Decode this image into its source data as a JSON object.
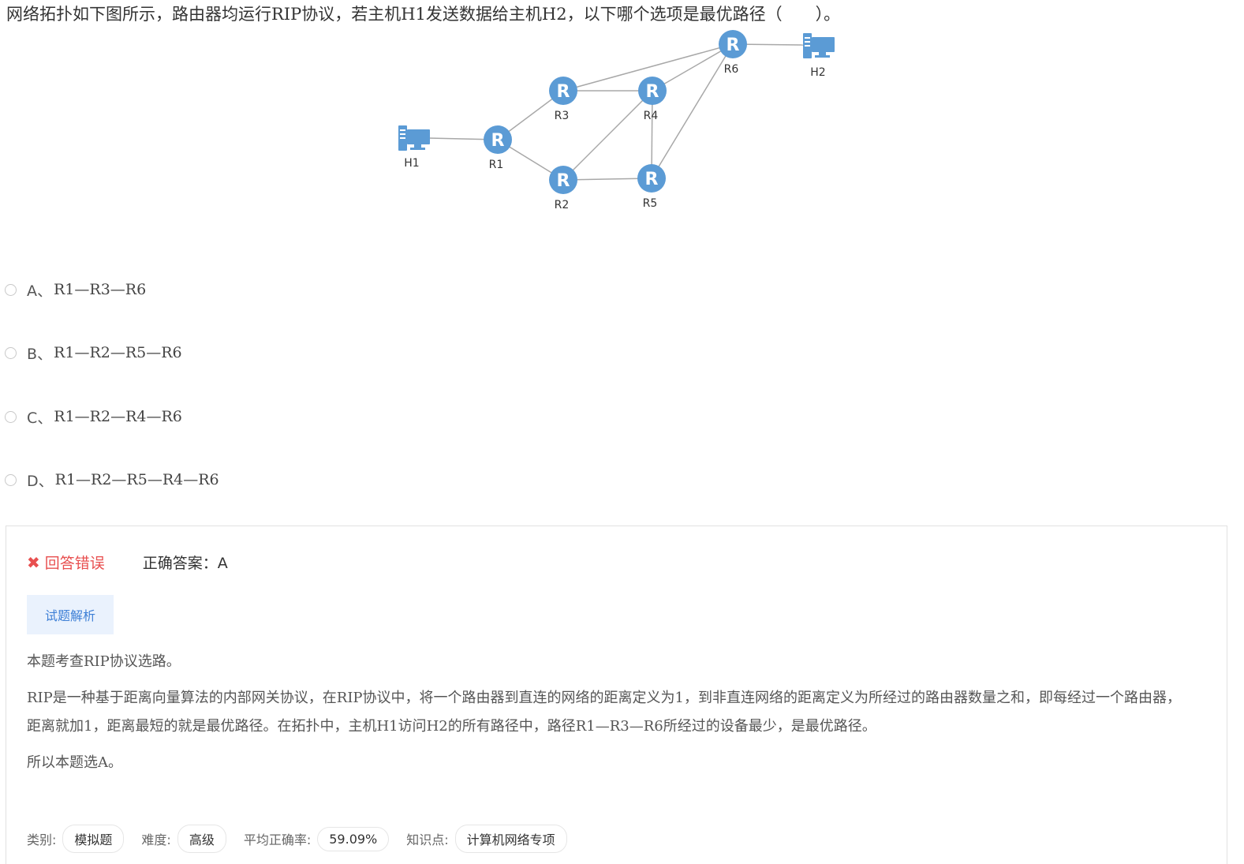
{
  "question": {
    "text": "网络拓扑如下图所示，路由器均运行RIP协议，若主机H1发送数据给主机H2，以下哪个选项是最优路径（　　）。"
  },
  "topology": {
    "router_glyph": "R",
    "routers": [
      "R1",
      "R2",
      "R3",
      "R4",
      "R5",
      "R6"
    ],
    "hosts": [
      "H1",
      "H2"
    ],
    "links": [
      [
        "H1",
        "R1"
      ],
      [
        "R1",
        "R3"
      ],
      [
        "R1",
        "R2"
      ],
      [
        "R3",
        "R4"
      ],
      [
        "R3",
        "R6"
      ],
      [
        "R2",
        "R4"
      ],
      [
        "R2",
        "R5"
      ],
      [
        "R4",
        "R5"
      ],
      [
        "R4",
        "R6"
      ],
      [
        "R5",
        "R6"
      ],
      [
        "R6",
        "H2"
      ]
    ],
    "router_color": "#5b9bd5",
    "host_color": "#5b9bd5"
  },
  "options": [
    {
      "letter": "A、",
      "text": "R1—R3—R6"
    },
    {
      "letter": "B、",
      "text": "R1—R2—R5—R6"
    },
    {
      "letter": "C、",
      "text": "R1—R2—R4—R6"
    },
    {
      "letter": "D、",
      "text": "R1—R2—R5—R4—R6"
    }
  ],
  "result": {
    "status": "回答错误",
    "correct_answer": "正确答案：A"
  },
  "analysis": {
    "tab_label": "试题解析",
    "intro": "本题考查RIP协议选路。",
    "body": "RIP是一种基于距离向量算法的内部网关协议，在RIP协议中，将一个路由器到直连的网络的距离定义为1，到非直连网络的距离定义为所经过的路由器数量之和，即每经过一个路由器，距离就加1，距离最短的就是最优路径。在拓扑中，主机H1访问H2的所有路径中，路径R1—R3—R6所经过的设备最少，是最优路径。",
    "conclusion": "所以本题选A。"
  },
  "meta": {
    "category_label": "类别:",
    "category": "模拟题",
    "difficulty_label": "难度:",
    "difficulty": "高级",
    "accuracy_label": "平均正确率:",
    "accuracy": "59.09%",
    "knowledge_label": "知识点:",
    "knowledge": "计算机网络专项"
  },
  "colors": {
    "wrong": "#e84f4f",
    "accent": "#3d7fd6",
    "tab_bg": "#eaf2fd"
  }
}
